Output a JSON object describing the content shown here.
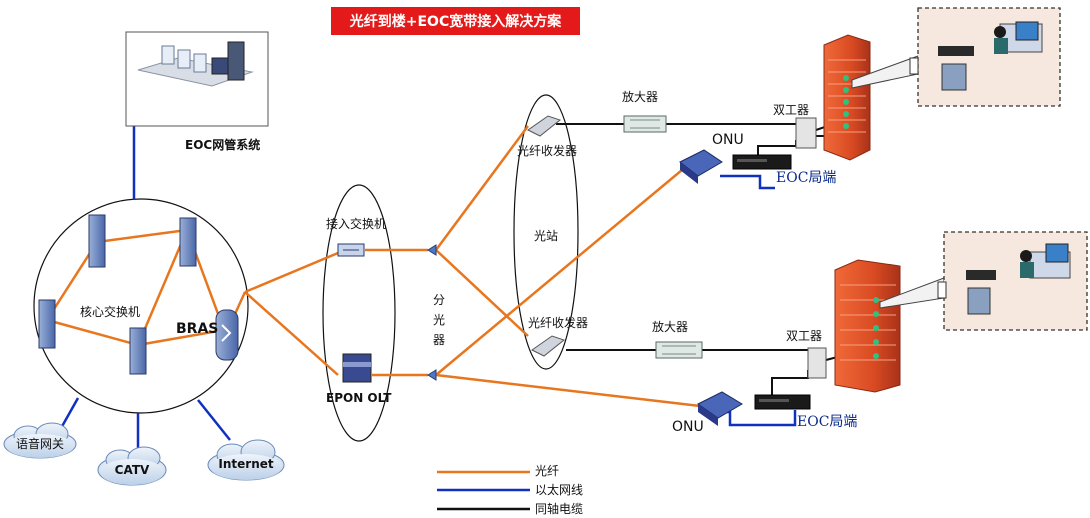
{
  "title": "光纤到楼+EOC宽带接入解决方案",
  "nodes": {
    "nms": "EOC网管系统",
    "core_switch": "核心交换机",
    "bras": "BRAS",
    "access_switch": "接入交换机",
    "epon_olt": "EPON OLT",
    "splitter": "分光器",
    "optical_station": "光站",
    "transceiver_top": "光纤收发器",
    "transceiver_bottom": "光纤收发器",
    "amplifier_top": "放大器",
    "amplifier_bottom": "放大器",
    "duplexer_top": "双工器",
    "duplexer_bottom": "双工器",
    "onu_top": "ONU",
    "onu_bottom": "ONU",
    "eoc_top": "EOC局端",
    "eoc_bottom": "EOC局端"
  },
  "clouds": {
    "voice_gateway": "语音网关",
    "catv": "CATV",
    "internet": "Internet"
  },
  "legend": [
    {
      "label": "光纤",
      "color": "#e8761e"
    },
    {
      "label": "以太网线",
      "color": "#1030c0"
    },
    {
      "label": "同轴电缆",
      "color": "#111111"
    }
  ],
  "colors": {
    "fiber": "#e8761e",
    "ethernet": "#1030c0",
    "coax": "#111111",
    "title_bg": "#e41a1a",
    "building": "#e0502a"
  }
}
